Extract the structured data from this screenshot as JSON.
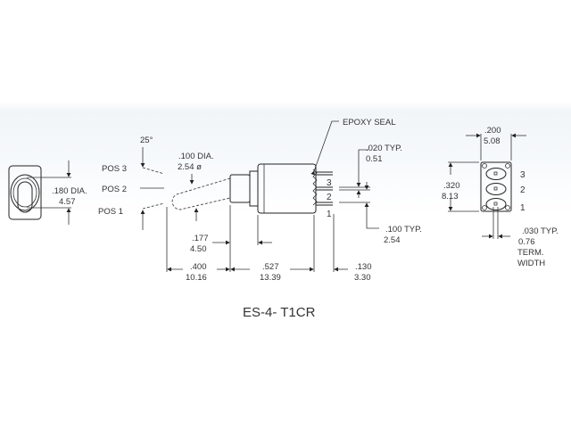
{
  "part_number": "ES-4- T1CR",
  "front_view": {
    "bushing_dia": {
      "in": ".180 DIA.",
      "mm": "4.57"
    }
  },
  "side_view": {
    "angle": "25°",
    "positions": [
      "POS 3",
      "POS 2",
      "POS 1"
    ],
    "lever_dia": {
      "in": ".100 DIA.",
      "mm": "2.54 ø"
    },
    "epoxy_seal": "EPOXY SEAL",
    "pin_labels": [
      "3",
      "2",
      "1"
    ],
    "term_thickness": {
      "in": ".020 TYP.",
      "mm": "0.51"
    },
    "term_spacing": {
      "in": ".100 TYP.",
      "mm": "2.54"
    },
    "bushing_len": {
      "in": ".177",
      "mm": "4.50"
    },
    "lever_len": {
      "in": ".400",
      "mm": "10.16"
    },
    "body_len": {
      "in": ".527",
      "mm": "13.39"
    },
    "term_len": {
      "in": ".130",
      "mm": "3.30"
    }
  },
  "end_view": {
    "width": {
      "in": ".200",
      "mm": "5.08"
    },
    "height": {
      "in": ".320",
      "mm": "8.13"
    },
    "pin_labels": [
      "3",
      "2",
      "1"
    ],
    "term_width": {
      "in": ".030 TYP.",
      "mm": "0.76",
      "l1": "TERM.",
      "l2": "WIDTH"
    }
  }
}
